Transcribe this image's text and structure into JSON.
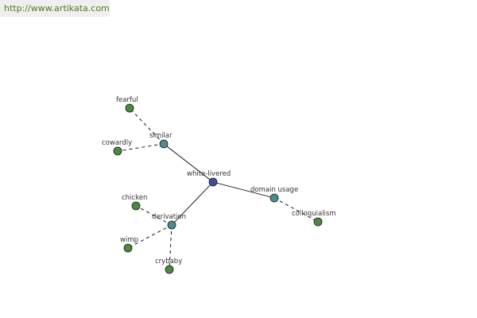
{
  "site": {
    "url": "http://www.artikata.com"
  },
  "colors": {
    "center": "#3e4d9e",
    "relation": "#4b8c8c",
    "word": "#4a8a3c",
    "url_text": "#4f7a1f"
  },
  "graph": {
    "center": {
      "id": "white-livered",
      "label": "white-livered"
    },
    "relations": [
      {
        "id": "similar",
        "label": "similar"
      },
      {
        "id": "derivation",
        "label": "derivation"
      },
      {
        "id": "domain-usage",
        "label": "domain usage"
      }
    ],
    "words": [
      {
        "id": "fearful",
        "label": "fearful",
        "relation": "similar"
      },
      {
        "id": "cowardly",
        "label": "cowardly",
        "relation": "similar"
      },
      {
        "id": "chicken",
        "label": "chicken",
        "relation": "derivation"
      },
      {
        "id": "wimp",
        "label": "wimp",
        "relation": "derivation"
      },
      {
        "id": "crybaby",
        "label": "crybaby",
        "relation": "derivation"
      },
      {
        "id": "colloquialism",
        "label": "colloquialism",
        "relation": "domain-usage"
      }
    ]
  }
}
